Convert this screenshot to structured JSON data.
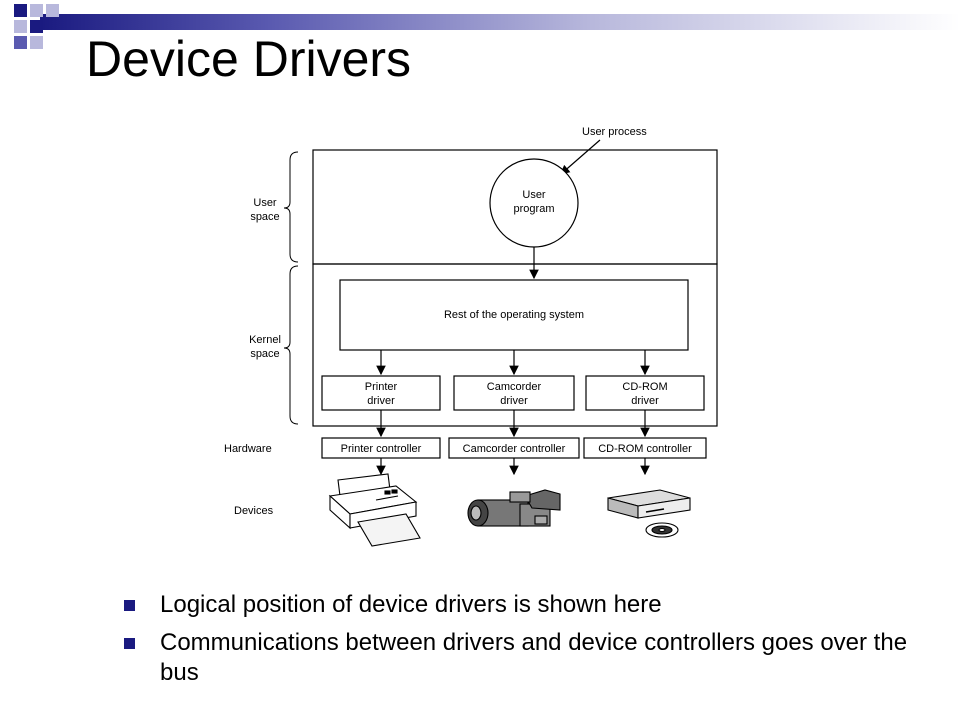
{
  "slide": {
    "title": "Device Drivers",
    "bullets": [
      "Logical position of device drivers is shown here",
      "Communications between drivers and device controllers goes over the bus"
    ]
  },
  "diagram": {
    "user_process": "User process",
    "user_program": [
      "User",
      "program"
    ],
    "user_space": [
      "User",
      "space"
    ],
    "kernel_space": [
      "Kernel",
      "space"
    ],
    "rest_os": "Rest of the operating system",
    "drivers": [
      [
        "Printer",
        "driver"
      ],
      [
        "Camcorder",
        "driver"
      ],
      [
        "CD-ROM",
        "driver"
      ]
    ],
    "hardware_label": "Hardware",
    "controllers": [
      "Printer controller",
      "Camcorder controller",
      "CD-ROM controller"
    ],
    "devices_label": "Devices"
  },
  "colors": {
    "accent": "#1a1a80"
  }
}
